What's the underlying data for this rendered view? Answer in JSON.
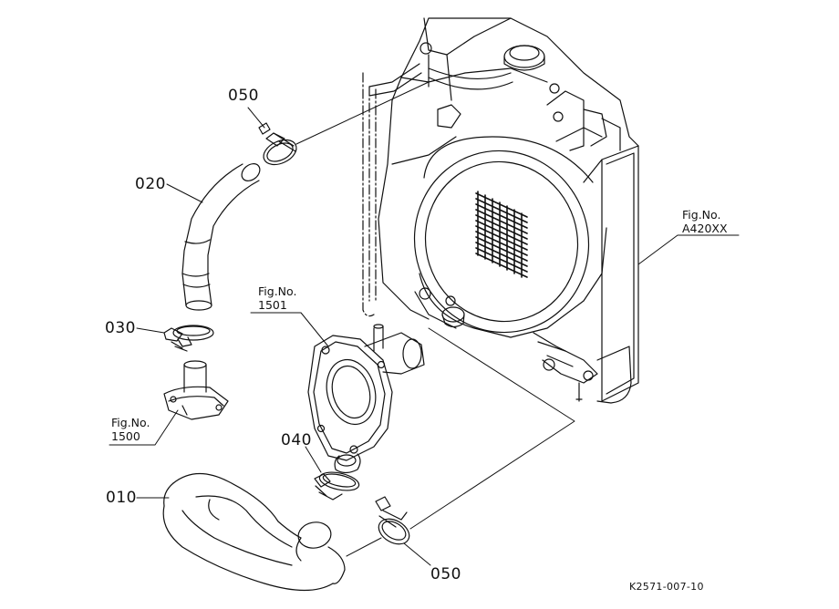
{
  "parts": [
    {
      "id": "p050a",
      "label": "050"
    },
    {
      "id": "p020",
      "label": "020"
    },
    {
      "id": "p030",
      "label": "030"
    },
    {
      "id": "p040",
      "label": "040"
    },
    {
      "id": "p010",
      "label": "010"
    },
    {
      "id": "p050b",
      "label": "050"
    }
  ],
  "figure_refs": [
    {
      "id": "f1501",
      "title": "Fig.No.",
      "number": "1501"
    },
    {
      "id": "f1500",
      "title": "Fig.No.",
      "number": "1500"
    },
    {
      "id": "fA420",
      "title": "Fig.No.",
      "number": "A420XX"
    }
  ],
  "drawing_code": "K2571-007-10",
  "colors": {
    "ink": "#111111",
    "paper": "#ffffff"
  }
}
